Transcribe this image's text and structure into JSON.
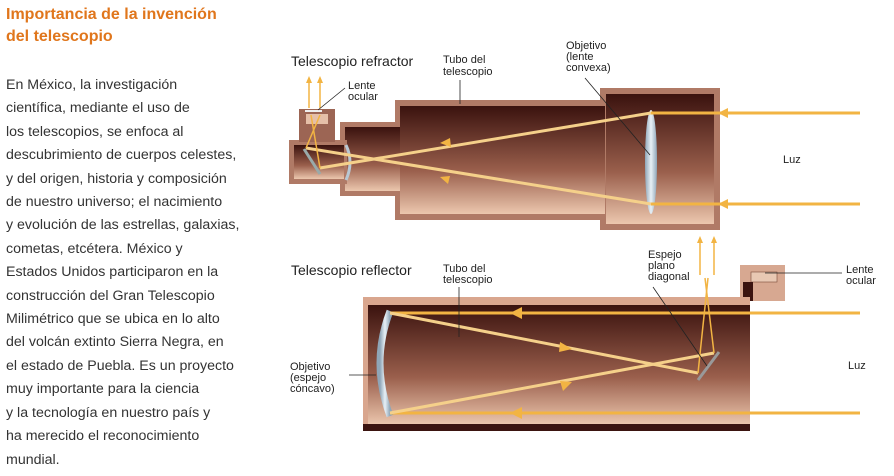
{
  "title": {
    "line1": "Importancia de la invención",
    "line2": "del telescopio"
  },
  "body_lines": [
    "En México, la investigación",
    "científica, mediante el uso de",
    "los telescopios, se enfoca al",
    "descubrimiento de cuerpos celestes,",
    "y del origen, historia y composición",
    "de nuestro universo; el nacimiento",
    "y evolución de las estrellas, galaxias,",
    "cometas, etcétera. México y",
    "Estados Unidos participaron en la",
    "construcción del Gran Telescopio",
    "Milimétrico que se ubica en lo alto",
    "del volcán extinto Sierra Negra, en",
    "el estado de Puebla. Es un proyecto",
    "muy importante para la ciencia",
    "y la tecnología en nuestro país y",
    "ha merecido el reconocimiento",
    "mundial."
  ],
  "refractor": {
    "title": "Telescopio refractor",
    "tube_label": [
      "Tubo del",
      "telescopio"
    ],
    "objective_label": [
      "Objetivo",
      "(lente",
      "convexa)"
    ],
    "eyepiece_label": [
      "Lente",
      "ocular"
    ],
    "light_label": "Luz"
  },
  "reflector": {
    "title": "Telescopio reflector",
    "tube_label": [
      "Tubo del",
      "telescopio"
    ],
    "mirror_label": [
      "Espejo",
      "plano",
      "diagonal"
    ],
    "eyepiece_label": [
      "Lente",
      "ocular"
    ],
    "objective_label": [
      "Objetivo",
      "(espejo",
      "cóncavo)"
    ],
    "light_label": "Luz"
  },
  "colors": {
    "accent": "#e0761c",
    "ray": "#f2b443",
    "tube_dark": "#3b1410",
    "tube_light": "#e8c3ab"
  }
}
